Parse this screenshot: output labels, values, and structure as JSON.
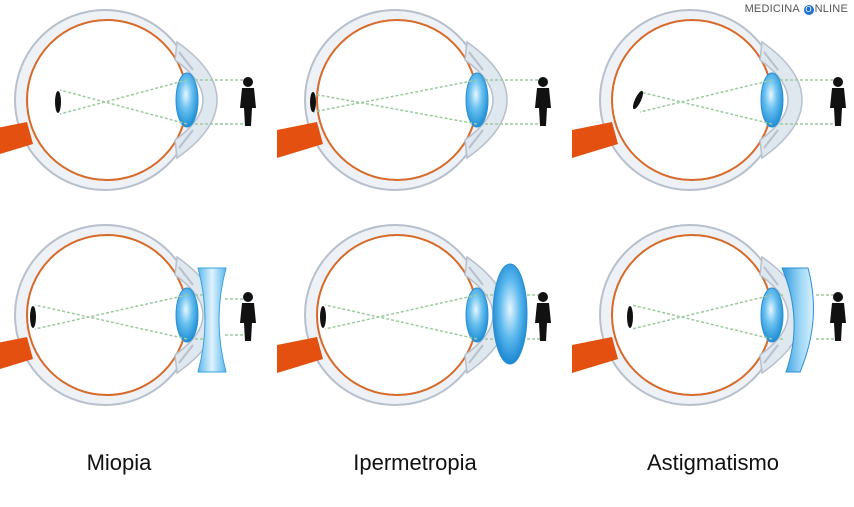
{
  "watermark": {
    "text_before": "MEDICINA ",
    "o_letter": "O",
    "text_after": "NLINE"
  },
  "captions": [
    "Miopia",
    "Ipermetropia",
    "Astigmatismo"
  ],
  "colors": {
    "sclera": "#e9edf2",
    "sclera_stroke": "#b7c0cc",
    "choroid": "#d66a2a",
    "optic_nerve": "#e3500f",
    "lens": "#3aa7e6",
    "lens_light": "#bfe6fb",
    "cornea": "#dfe7ef",
    "ray": "#9fc99f",
    "figure": "#111111"
  }
}
